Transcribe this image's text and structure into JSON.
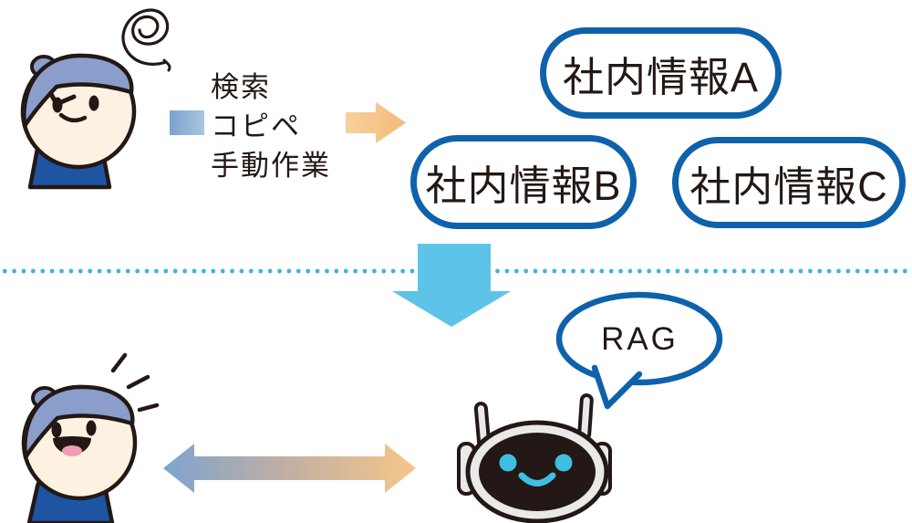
{
  "top_section": {
    "tasks": [
      "検索",
      "コピペ",
      "手動作業"
    ],
    "info_cards": [
      "社内情報A",
      "社内情報B",
      "社内情報C"
    ]
  },
  "bottom_section": {
    "bubble_label": "RAG"
  },
  "icons": {
    "scribble": "frustration-scribble-icon",
    "right_arrow": "right-arrow-icon",
    "down_arrow": "down-arrow-icon",
    "double_arrow": "left-right-arrow-icon",
    "sparkle": "excitement-lines-icon",
    "frustrated_person": "frustrated-person-illustration",
    "happy_person": "happy-person-illustration",
    "robot": "rag-chatbot-robot-illustration",
    "speech_bubble": "speech-bubble"
  },
  "colors": {
    "pill_border_blue": "#0e62ac",
    "text_dark": "#231815",
    "divider_dots_cyan": "#3fb4da",
    "down_arrow_cyan": "#5ec3e8",
    "robot_accent_cyan": "#3ebee3",
    "orange_arrow": "#f5c489",
    "bullet_square_blue": "#7ba3cc",
    "hair_periwinkle": "#8b9dca",
    "skin_cream": "#fdf2e1",
    "shirt_blue": "#1e55a2"
  }
}
